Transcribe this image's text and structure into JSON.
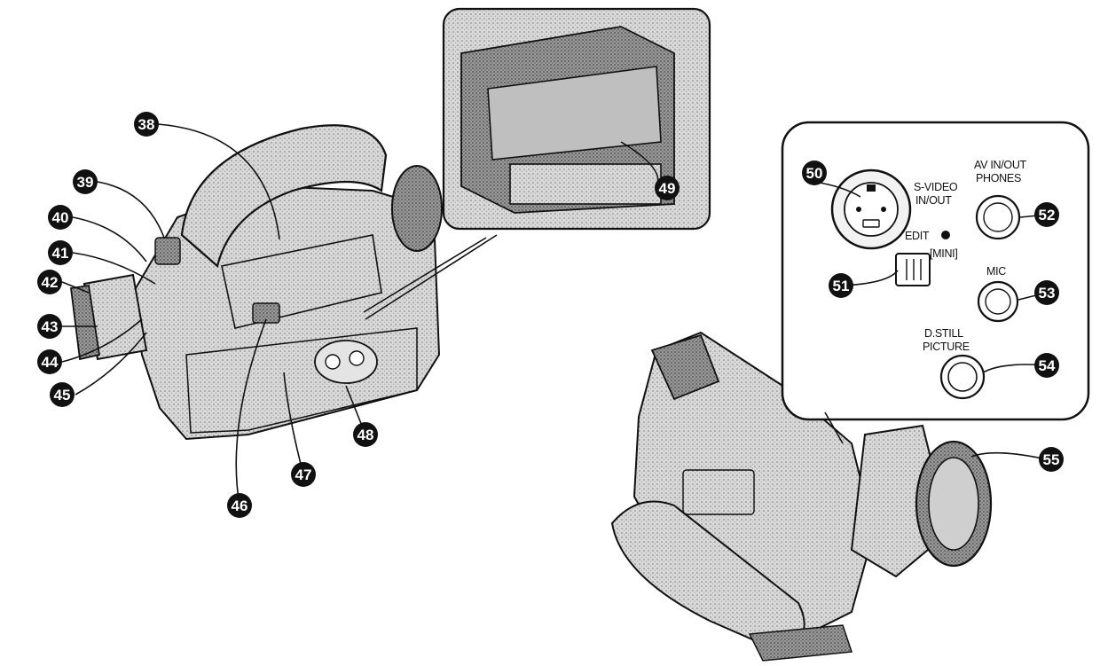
{
  "figure": {
    "callouts": [
      {
        "id": "c38",
        "number": "38"
      },
      {
        "id": "c39",
        "number": "39"
      },
      {
        "id": "c40",
        "number": "40"
      },
      {
        "id": "c41",
        "number": "41"
      },
      {
        "id": "c42",
        "number": "42"
      },
      {
        "id": "c43",
        "number": "43"
      },
      {
        "id": "c44",
        "number": "44"
      },
      {
        "id": "c45",
        "number": "45"
      },
      {
        "id": "c46",
        "number": "46"
      },
      {
        "id": "c47",
        "number": "47"
      },
      {
        "id": "c48",
        "number": "48"
      },
      {
        "id": "c49",
        "number": "49"
      },
      {
        "id": "c50",
        "number": "50"
      },
      {
        "id": "c51",
        "number": "51"
      },
      {
        "id": "c52",
        "number": "52"
      },
      {
        "id": "c53",
        "number": "53"
      },
      {
        "id": "c54",
        "number": "54"
      },
      {
        "id": "c55",
        "number": "55"
      }
    ],
    "jack_panel": {
      "svideo_line1": "S-VIDEO",
      "svideo_line2": "IN/OUT",
      "av_line1": "AV IN/OUT",
      "av_line2": "PHONES",
      "edit_label": "EDIT",
      "edit_sub": "[MINI]",
      "mic_label": "MIC",
      "dstill_line1": "D.STILL",
      "dstill_line2": "PICTURE"
    }
  }
}
